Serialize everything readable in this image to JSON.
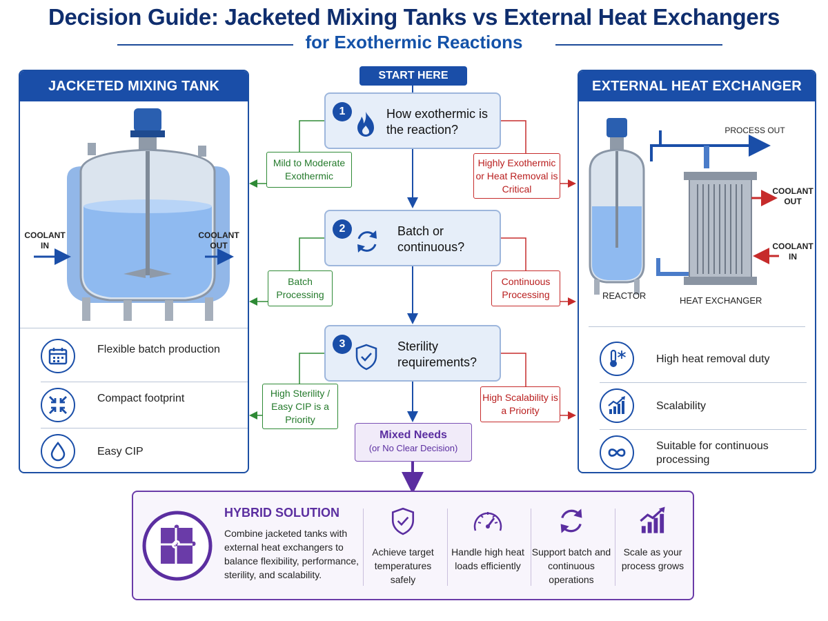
{
  "header": {
    "title": "Decision Guide: Jacketed Mixing Tanks vs External Heat Exchangers",
    "subtitle": "for Exothermic Reactions"
  },
  "colors": {
    "primary_blue": "#1a4ea8",
    "green": "#2e8a35",
    "red": "#c62b2b",
    "purple": "#5b2ea0"
  },
  "left_panel": {
    "title": "JACKETED MIXING TANK",
    "coolant_in": "COOLANT IN",
    "coolant_out": "COOLANT OUT",
    "features": [
      {
        "icon": "calendar-icon",
        "label": "Flexible batch production"
      },
      {
        "icon": "compress-arrows-icon",
        "label": "Compact footprint"
      },
      {
        "icon": "droplet-icon",
        "label": "Easy CIP"
      }
    ]
  },
  "right_panel": {
    "title": "EXTERNAL HEAT EXCHANGER",
    "process_out": "PROCESS OUT",
    "coolant_out": "COOLANT OUT",
    "coolant_in": "COOLANT IN",
    "reactor": "REACTOR",
    "heat_exchanger": "HEAT EXCHANGER",
    "features": [
      {
        "icon": "thermometer-snowflake-icon",
        "label": "High heat removal duty"
      },
      {
        "icon": "growth-chart-icon",
        "label": "Scalability"
      },
      {
        "icon": "continuous-loop-icon",
        "label": "Suitable for continuous processing"
      }
    ]
  },
  "flow": {
    "start": "START HERE",
    "questions": [
      {
        "num": "1",
        "icon": "flame-icon",
        "text": "How exothermic is the reaction?",
        "left_option": "Mild to Moderate Exothermic",
        "right_option": "Highly Exothermic or Heat Removal is Critical"
      },
      {
        "num": "2",
        "icon": "cycle-icon",
        "text": "Batch or continuous?",
        "left_option": "Batch Processing",
        "right_option": "Continuous Processing"
      },
      {
        "num": "3",
        "icon": "shield-check-icon",
        "text": "Sterility requirements?",
        "left_option": "High Sterility / Easy CIP is a Priority",
        "right_option": "High Scalability is a Priority"
      }
    ],
    "mixed_title": "Mixed Needs",
    "mixed_sub": "(or No Clear Decision)"
  },
  "hybrid": {
    "title": "HYBRID SOLUTION",
    "description": "Combine jacketed tanks with external heat exchangers to balance flexibility, performance, sterility, and scalability.",
    "items": [
      {
        "icon": "shield-check-icon",
        "label": "Achieve target temperatures safely"
      },
      {
        "icon": "gauge-icon",
        "label": "Handle high heat loads efficiently"
      },
      {
        "icon": "cycle-icon",
        "label": "Support batch and continuous operations"
      },
      {
        "icon": "growth-chart-icon",
        "label": "Scale as your process grows"
      }
    ]
  }
}
